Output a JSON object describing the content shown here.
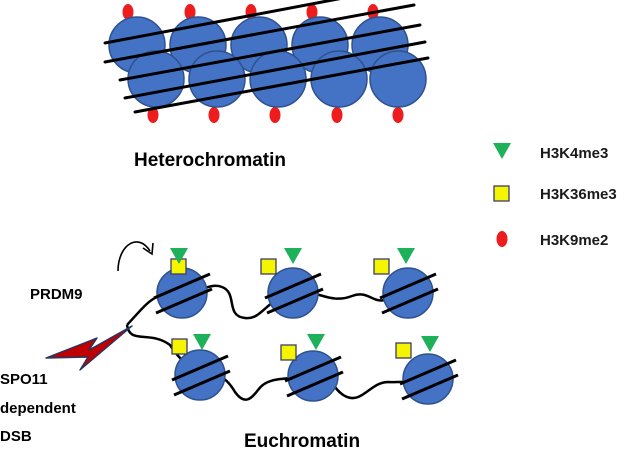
{
  "labels": {
    "heterochromatin": "Heterochromatin",
    "euchromatin": "Euchromatin",
    "prdm9": "PRDM9",
    "spo11_line1": "SPO11",
    "spo11_line2": "dependent",
    "spo11_line3": "DSB"
  },
  "legend": [
    {
      "label": "H3K4me3",
      "shape": "triangle-down",
      "color": "#1db15a"
    },
    {
      "label": "H3K36me3",
      "shape": "square",
      "color": "#f5f500"
    },
    {
      "label": "H3K9me2",
      "shape": "ellipse",
      "color": "#ee1c1c"
    }
  ],
  "colors": {
    "nucleosome_fill": "#4472c4",
    "nucleosome_stroke": "#2f528f",
    "dna": "#000000",
    "dsb_fill": "#c00000",
    "dsb_stroke": "#1f3864"
  }
}
